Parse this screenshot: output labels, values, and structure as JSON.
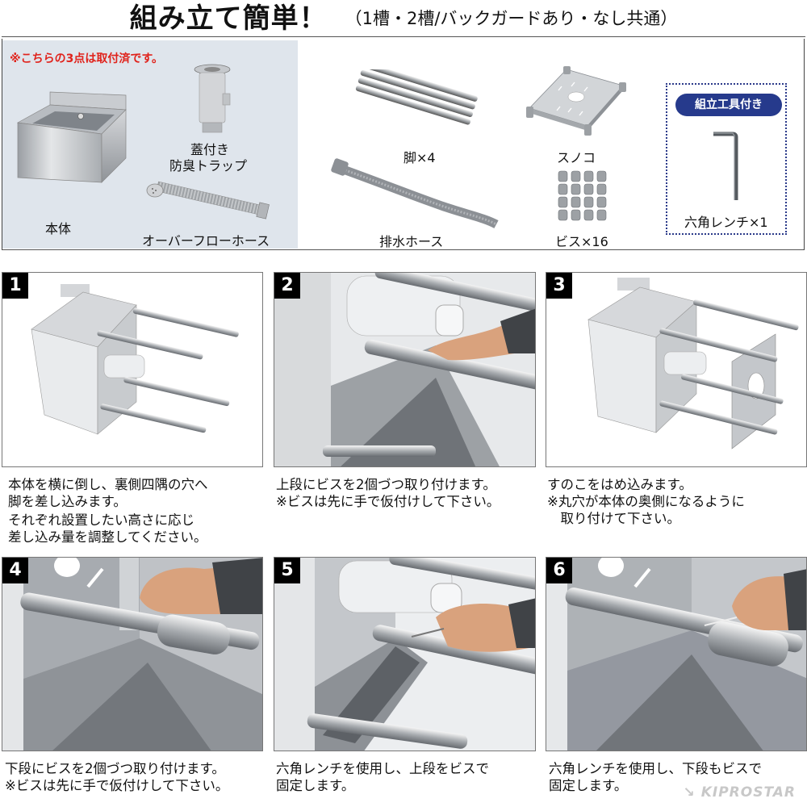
{
  "header": {
    "title": "組み立て簡単！",
    "subtitle": "（1槽・2槽/バックガードあり・なし共通）"
  },
  "parts": {
    "preinstalled_note": "※こちらの3点は取付済です。",
    "preinstalled_bg": "#dfe5ec",
    "note_color": "#e0231c",
    "items": [
      {
        "label": "本体",
        "icon": "sink-body-icon"
      },
      {
        "label": "蓋付き",
        "label2": "防臭トラップ",
        "icon": "odor-trap-icon"
      },
      {
        "label": "オーバーフローホース",
        "icon": "overflow-hose-icon"
      },
      {
        "label": "脚×4",
        "icon": "legs-icon"
      },
      {
        "label": "排水ホース",
        "icon": "drain-hose-icon"
      },
      {
        "label": "スノコ",
        "icon": "shelf-plate-icon"
      },
      {
        "label": "ビス×16",
        "icon": "screws-icon"
      }
    ],
    "tools": {
      "badge": "組立工具付き",
      "badge_color": "#263a8c",
      "item_label": "六角レンチ×1",
      "icon": "hex-wrench-icon"
    }
  },
  "steps": [
    {
      "number": "1",
      "lines": [
        "本体を横に倒し、裏側四隅の穴へ",
        "脚を差し込みます。",
        "それぞれ設置したい高さに応じ",
        "差し込み量を調整してください。"
      ]
    },
    {
      "number": "2",
      "lines": [
        "上段にビスを2個づつ取り付けます。",
        "※ビスは先に手で仮付けして下さい。"
      ]
    },
    {
      "number": "3",
      "lines": [
        "すのこをはめ込みます。",
        "※丸穴が本体の奥側になるように",
        "　取り付けて下さい。"
      ]
    },
    {
      "number": "4",
      "lines": [
        "下段にビスを2個づつ取り付けます。",
        "※ビスは先に手で仮付けして下さい。"
      ]
    },
    {
      "number": "5",
      "lines": [
        "六角レンチを使用し、上段をビスで",
        "固定します。"
      ]
    },
    {
      "number": "6",
      "lines": [
        "六角レンチを使用し、下段もビスで",
        "固定します。"
      ]
    }
  ],
  "brand": {
    "logo_text": "KIPROSTAR"
  }
}
